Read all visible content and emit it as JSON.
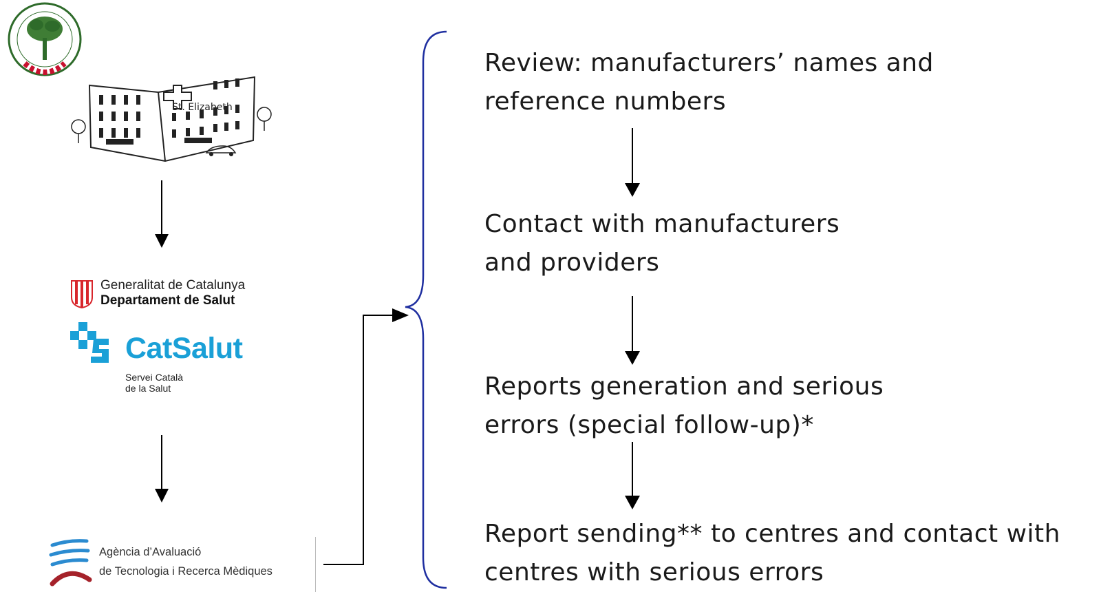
{
  "logos": {
    "society_seal": {
      "icon": "society-seal-icon",
      "colors": [
        "#2e6b2a",
        "#c8102e"
      ]
    },
    "hospital": {
      "icon": "hospital-building-icon",
      "sign_text": "St. Elizabeth"
    },
    "generalitat": {
      "line1": "Generalitat de Catalunya",
      "line2": "Departament de Salut",
      "accent": "#d8262c"
    },
    "catsalut": {
      "name": "CatSalut",
      "sub_line1": "Servei Català",
      "sub_line2": "de la Salut",
      "accent": "#1aa0d7"
    },
    "aiaqs": {
      "line1": "Agència d’Avaluació",
      "line2": "de Tecnologia i Recerca Mèdiques",
      "colors": [
        "#2b8bd0",
        "#a5222a"
      ]
    }
  },
  "steps": [
    {
      "line1": "Review: manufacturers’ names and",
      "line2": "reference numbers"
    },
    {
      "line1": "Contact with manufacturers",
      "line2": "and providers"
    },
    {
      "line1": "Reports generation and serious",
      "line2": "errors (special follow-up)*"
    },
    {
      "line1": "Report sending** to centres and contact with",
      "line2": "centres with serious errors"
    }
  ],
  "colors": {
    "brace": "#1f2fa0",
    "arrows": "#000000"
  }
}
